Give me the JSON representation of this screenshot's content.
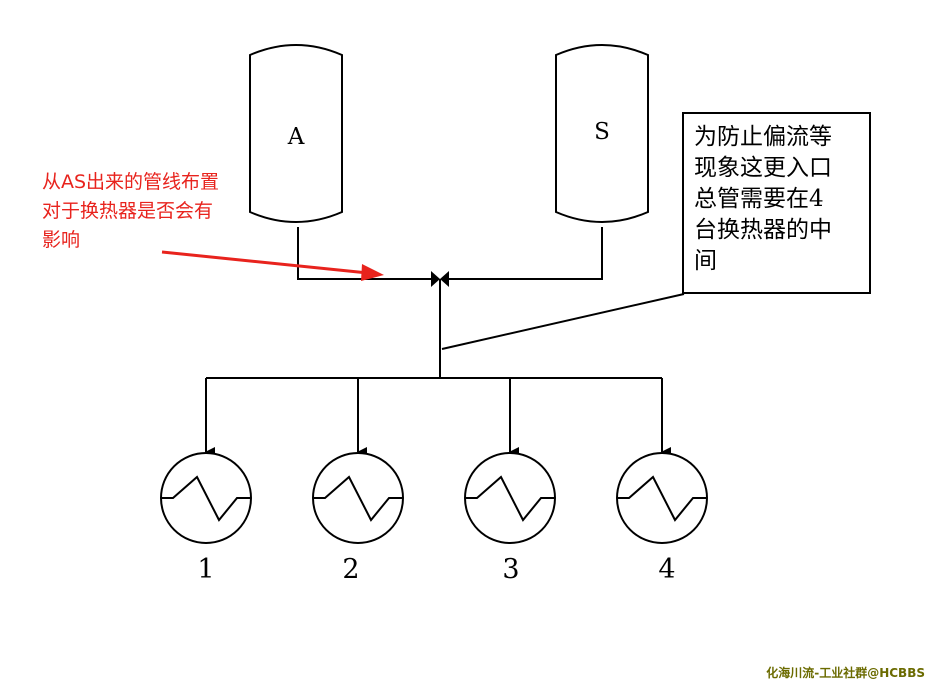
{
  "vessels": [
    {
      "label": "A"
    },
    {
      "label": "S"
    }
  ],
  "note": {
    "lines": [
      "从AS出来的管线布置",
      "对于换热器是否会有",
      "影响"
    ],
    "color": "#e8231d"
  },
  "callout": {
    "lines": [
      "为防止偏流等",
      "现象这更入口",
      "总管需要在4",
      "台换热器的中",
      "间"
    ]
  },
  "heat_exchangers": [
    {
      "label": "1"
    },
    {
      "label": "2"
    },
    {
      "label": "3"
    },
    {
      "label": "4"
    }
  ],
  "watermark": "化海川流-工业社群@HCBBS",
  "colors": {
    "line": "#000000",
    "arrow": "#e8231d"
  }
}
